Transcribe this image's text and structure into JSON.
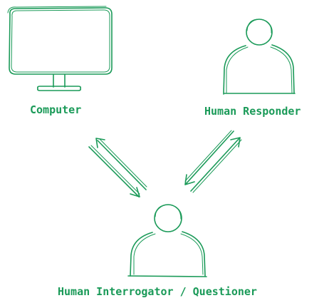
{
  "colors": {
    "ink": "#1a9a58",
    "background": "#ffffff"
  },
  "nodes": {
    "computer": {
      "label": "Computer",
      "icon": "monitor-icon"
    },
    "responder": {
      "label": "Human Responder",
      "icon": "person-icon"
    },
    "interrogator": {
      "label": "Human Interrogator / Questioner",
      "icon": "person-icon"
    }
  },
  "edges": [
    {
      "from": "computer",
      "to": "interrogator",
      "bidirectional": true
    },
    {
      "from": "responder",
      "to": "interrogator",
      "bidirectional": true
    }
  ]
}
